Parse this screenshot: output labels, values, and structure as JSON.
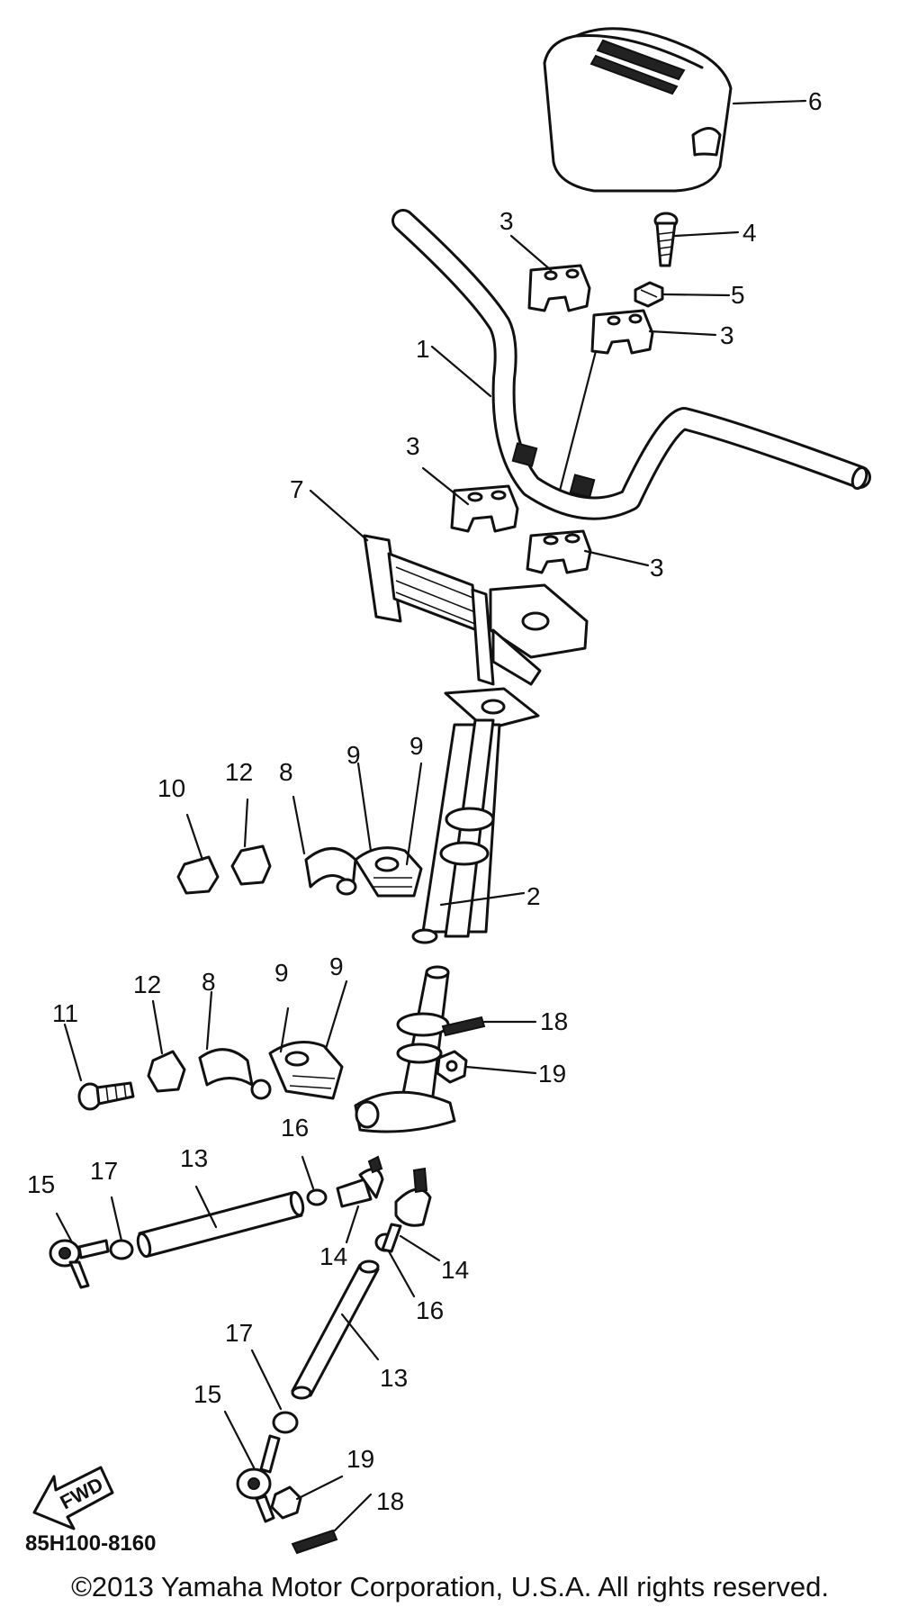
{
  "callouts": {
    "c1": "1",
    "c2": "2",
    "c3a": "3",
    "c3b": "3",
    "c3c": "3",
    "c3d": "3",
    "c4": "4",
    "c5": "5",
    "c6": "6",
    "c7": "7",
    "c8a": "8",
    "c8b": "8",
    "c9a": "9",
    "c9b": "9",
    "c9c": "9",
    "c9d": "9",
    "c10": "10",
    "c11": "11",
    "c12a": "12",
    "c12b": "12",
    "c13a": "13",
    "c13b": "13",
    "c14a": "14",
    "c14b": "14",
    "c15a": "15",
    "c15b": "15",
    "c16a": "16",
    "c16b": "16",
    "c17a": "17",
    "c17b": "17",
    "c18a": "18",
    "c18b": "18",
    "c19a": "19",
    "c19b": "19"
  },
  "fwd_label": "FWD",
  "diagram_code": "85H100-8160",
  "copyright": "©2013 Yamaha Motor Corporation, U.S.A. All rights reserved."
}
